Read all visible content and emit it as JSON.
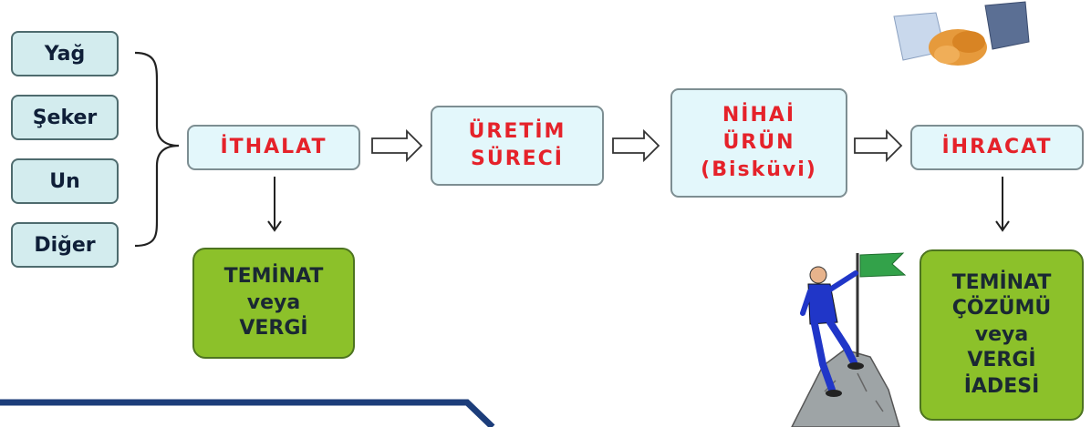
{
  "inputs": [
    "Yağ",
    "Şeker",
    "Un",
    "Diğer"
  ],
  "stages": {
    "ithalat": "İTHALAT",
    "uretim": "ÜRETİM\nSÜRECİ",
    "nihai": "NİHAİ\nÜRÜN\n(Bisküvi)",
    "ihracat": "İHRACAT"
  },
  "outcomes": {
    "import": "TEMİNAT\nveya\nVERGİ",
    "export": "TEMİNAT\nÇÖZÜMÜ\nveya\nVERGİ\nİADESİ"
  },
  "colors": {
    "stage_text": "#e5222a",
    "green_box": "#8cc12a",
    "input_box": "#d3ecee",
    "navy_bar": "#1c3d7a"
  },
  "icons": [
    "handshake-icon",
    "climber-with-flag-icon"
  ]
}
